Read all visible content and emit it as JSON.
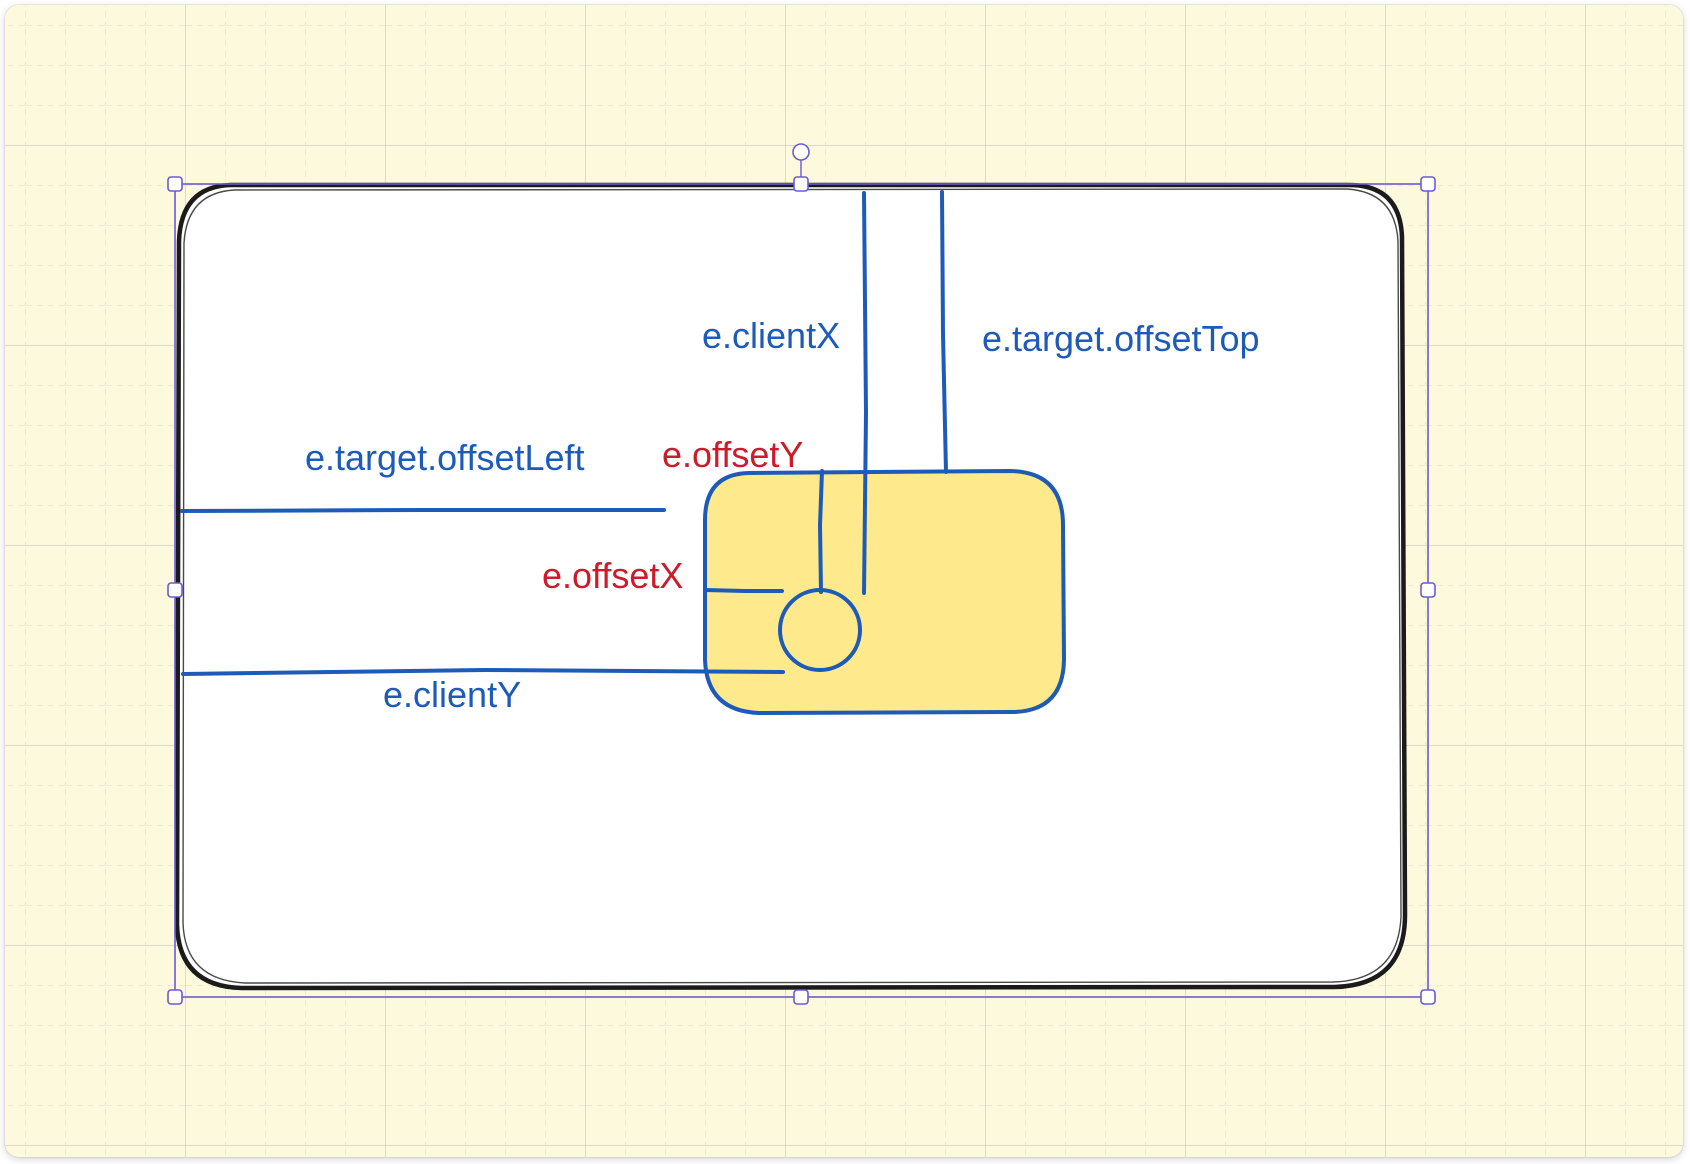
{
  "colors": {
    "canvas_background": "#fdf9dc",
    "grid_major": "#cfcdbf",
    "grid_minor": "#dcdacb",
    "frame_stroke": "#1b1b1b",
    "frame_fill": "#ffffff",
    "target_fill": "#feea8c",
    "line_blue": "#1e5bb8",
    "label_blue": "#1e5bb8",
    "label_red": "#cc1b2a",
    "selection": "#6b5bd2"
  },
  "labels": {
    "client_x": "e.clientX",
    "target_offset_top": "e.target.offsetTop",
    "target_offset_left": "e.target.offsetLeft",
    "offset_y": "e.offsetY",
    "offset_x": "e.offsetX",
    "client_y": "e.clientY"
  }
}
